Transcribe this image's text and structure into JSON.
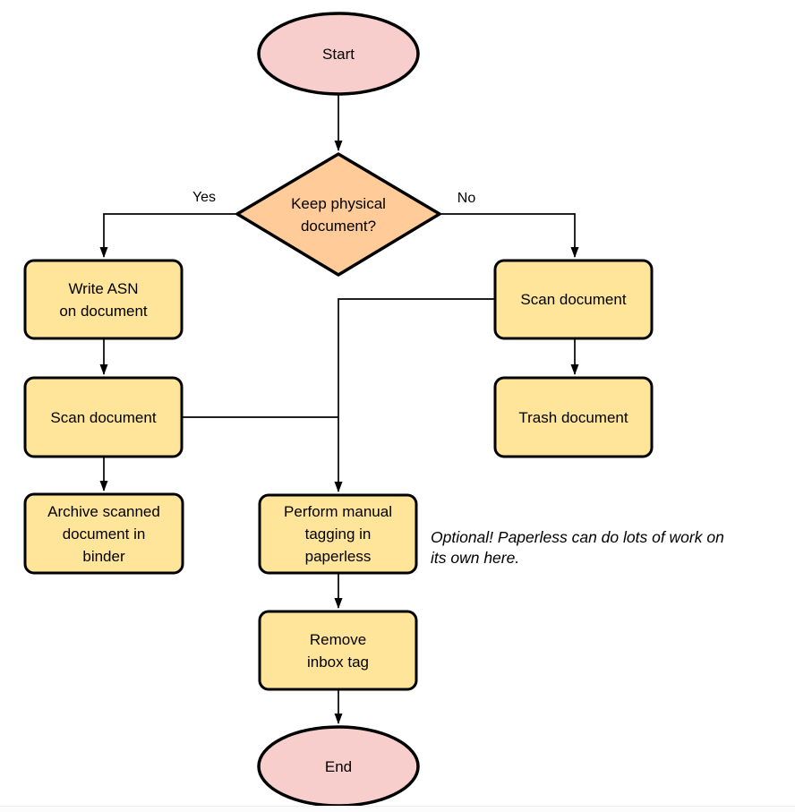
{
  "colors": {
    "terminal_fill": "#f8cecc",
    "decision_fill": "#ffcc99",
    "process_fill": "#ffe599",
    "stroke": "#000000",
    "arrow": "#000000",
    "background": "#ffffff"
  },
  "nodes": {
    "start": {
      "label": "Start",
      "type": "terminal"
    },
    "decision": {
      "label": "Keep physical\ndocument?",
      "type": "decision"
    },
    "write_asn": {
      "label": "Write ASN\non document",
      "type": "process"
    },
    "scan_left": {
      "label": "Scan document",
      "type": "process"
    },
    "archive": {
      "label": "Archive scanned\ndocument in\nbinder",
      "type": "process"
    },
    "scan_right": {
      "label": "Scan document",
      "type": "process"
    },
    "trash": {
      "label": "Trash document",
      "type": "process"
    },
    "tagging": {
      "label": "Perform manual\ntagging in\npaperless",
      "type": "process"
    },
    "remove_inbox": {
      "label": "Remove\ninbox tag",
      "type": "process"
    },
    "end": {
      "label": "End",
      "type": "terminal"
    }
  },
  "edge_labels": {
    "yes": "Yes",
    "no": "No"
  },
  "annotation": "Optional! Paperless can do lots of work on\nits own here."
}
